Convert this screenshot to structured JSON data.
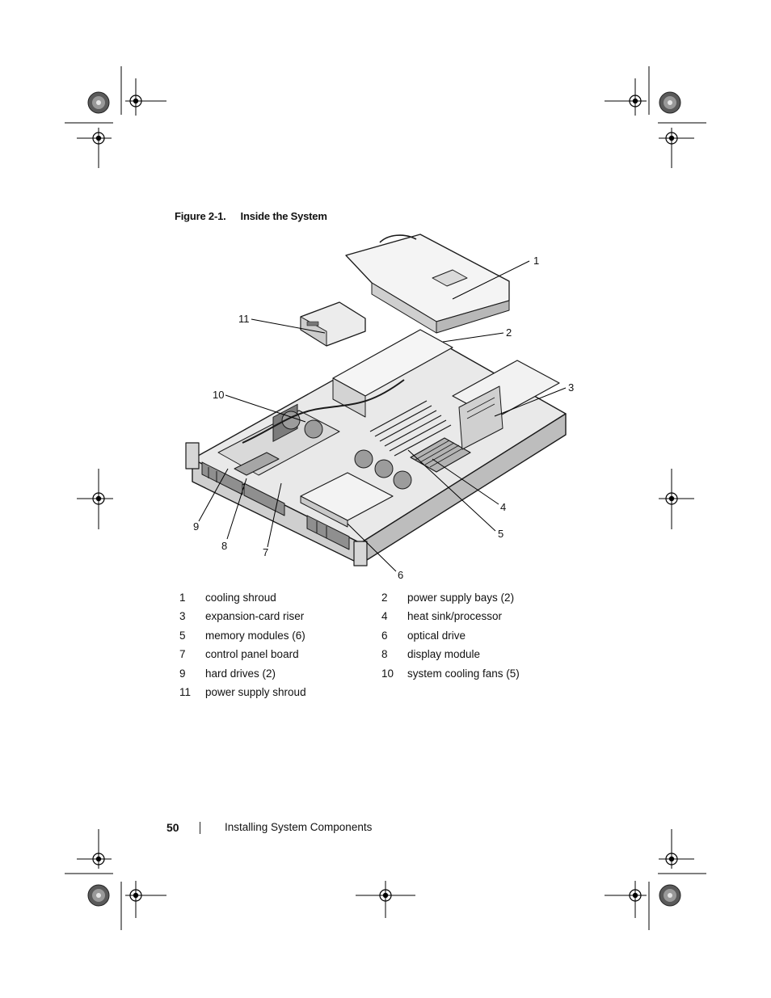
{
  "figure": {
    "number": "Figure 2-1.",
    "title": "Inside the System"
  },
  "callouts": [
    "1",
    "2",
    "3",
    "4",
    "5",
    "6",
    "7",
    "8",
    "9",
    "10",
    "11"
  ],
  "legend": [
    {
      "num": "1",
      "label": "cooling shroud"
    },
    {
      "num": "2",
      "label": "power supply bays (2)"
    },
    {
      "num": "3",
      "label": "expansion-card riser"
    },
    {
      "num": "4",
      "label": "heat sink/processor"
    },
    {
      "num": "5",
      "label": "memory modules (6)"
    },
    {
      "num": "6",
      "label": "optical drive"
    },
    {
      "num": "7",
      "label": "control panel board"
    },
    {
      "num": "8",
      "label": "display module"
    },
    {
      "num": "9",
      "label": "hard drives (2)"
    },
    {
      "num": "10",
      "label": "system cooling fans (5)"
    },
    {
      "num": "11",
      "label": "power supply shroud"
    }
  ],
  "footer": {
    "page_number": "50",
    "section": "Installing System Components"
  }
}
